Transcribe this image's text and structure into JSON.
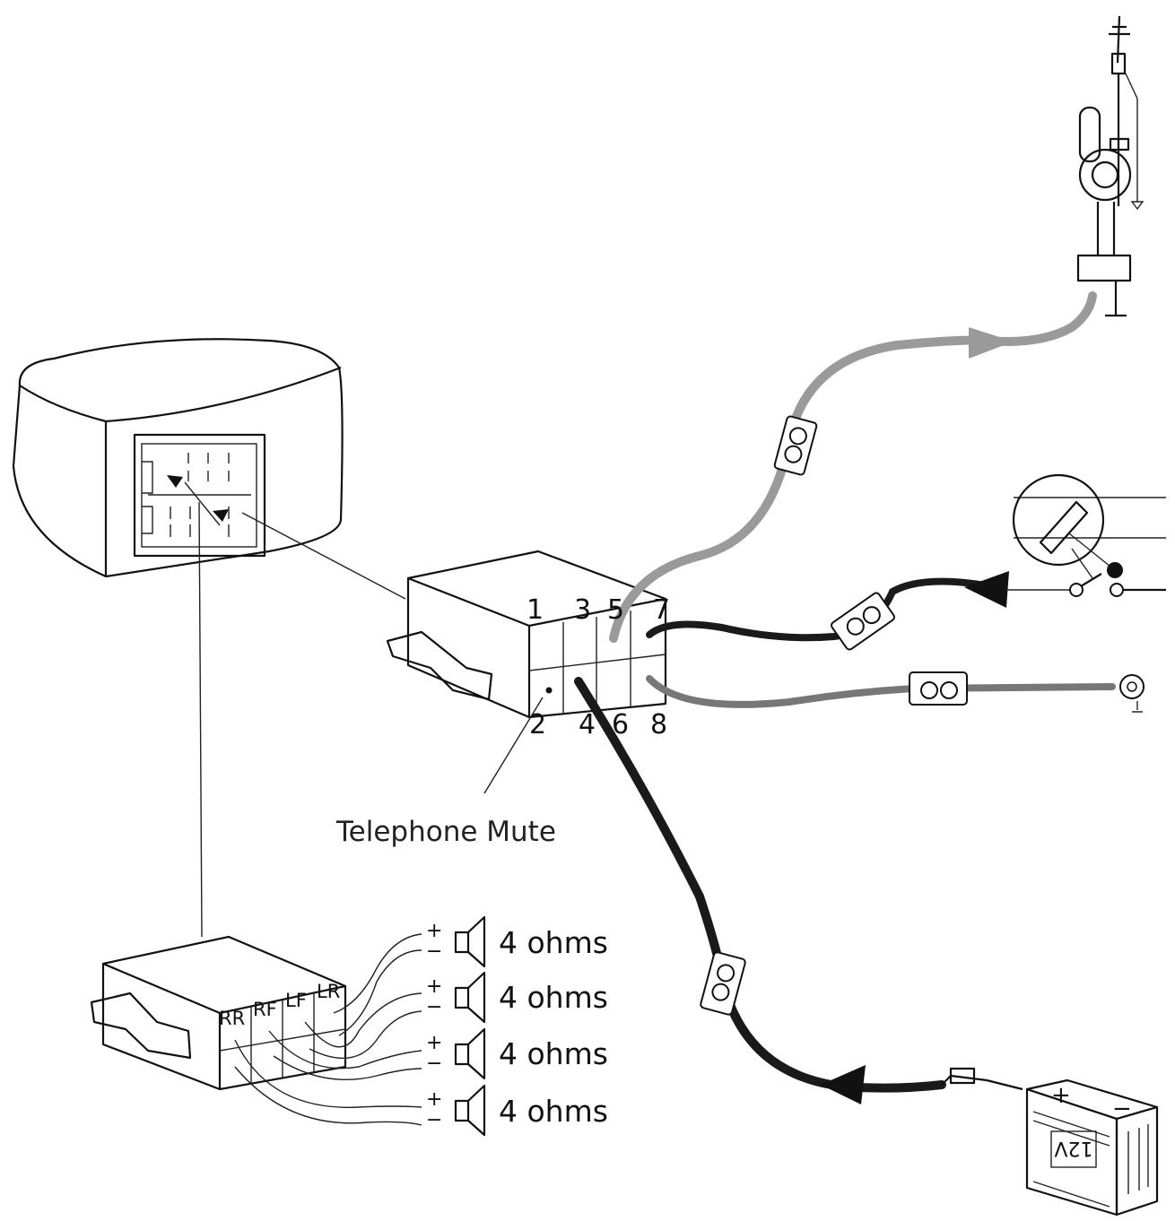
{
  "pins": {
    "top": [
      "1",
      "3",
      "5",
      "7"
    ],
    "bottom": [
      "2",
      "4",
      "6",
      "8"
    ]
  },
  "telephone_mute": "Telephone Mute",
  "speaker_channels": [
    "RR",
    "RF",
    "LF",
    "LR"
  ],
  "speakers": [
    {
      "plus": "+",
      "minus": "−",
      "impedance": "4 ohms"
    },
    {
      "plus": "+",
      "minus": "−",
      "impedance": "4 ohms"
    },
    {
      "plus": "+",
      "minus": "−",
      "impedance": "4 ohms"
    },
    {
      "plus": "+",
      "minus": "−",
      "impedance": "4 ohms"
    }
  ],
  "battery": {
    "plus": "+",
    "minus": "−",
    "voltage": "12V"
  },
  "colors": {
    "line": "#111111",
    "antenna_cable": "#9a9a9a",
    "ground_cable": "#777777",
    "power_cable": "#1a1a1a"
  }
}
